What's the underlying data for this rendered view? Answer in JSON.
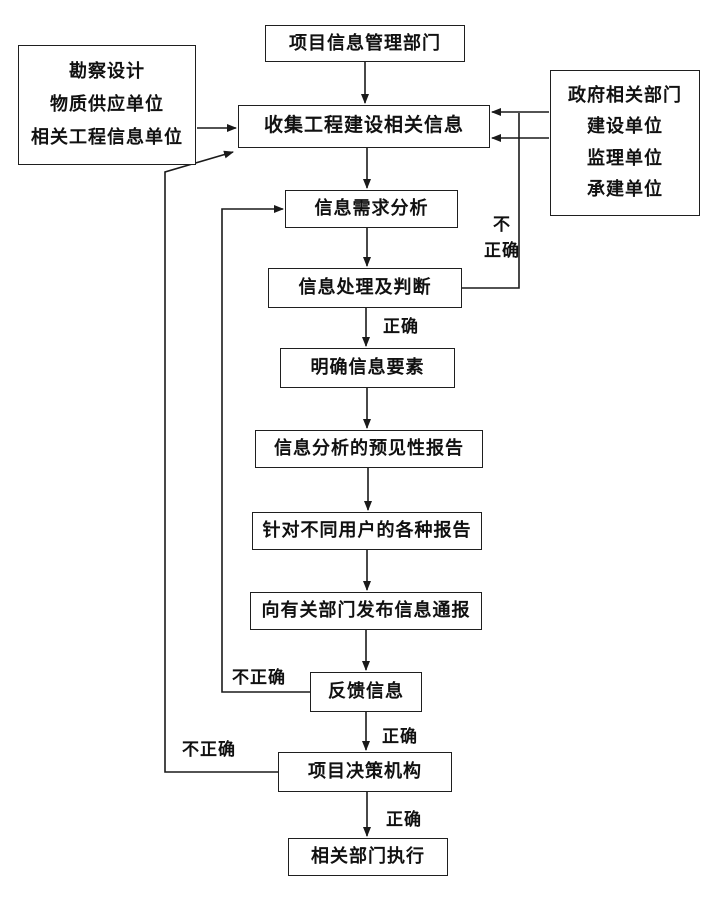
{
  "diagram": {
    "type": "flowchart",
    "language": "zh-CN",
    "nodes": {
      "top_dept": {
        "label": "项目信息管理部门"
      },
      "left_units": {
        "lines": [
          "勘察设计",
          "物质供应单位",
          "相关工程信息单位"
        ]
      },
      "right_units": {
        "lines": [
          "政府相关部门",
          "建设单位",
          "监理单位",
          "承建单位"
        ]
      },
      "collect": {
        "label": "收集工程建设相关信息"
      },
      "demand": {
        "label": "信息需求分析"
      },
      "process": {
        "label": "信息处理及判断"
      },
      "elements": {
        "label": "明确信息要素"
      },
      "foresee_report": {
        "label": "信息分析的预见性报告"
      },
      "user_reports": {
        "label": "针对不同用户的各种报告"
      },
      "publish": {
        "label": "向有关部门发布信息通报"
      },
      "feedback": {
        "label": "反馈信息"
      },
      "decision": {
        "label": "项目决策机构"
      },
      "execute": {
        "label": "相关部门执行"
      }
    },
    "edge_labels": {
      "correct_after_process": "正确",
      "correct_after_feedback": "正确",
      "correct_after_decision": "正确",
      "incorrect_process": "不\n正确",
      "incorrect_feedback": "不正确",
      "incorrect_decision": "不正确"
    },
    "colors": {
      "line": "#1a1a1a",
      "box_border": "#1f1f1f",
      "background": "#ffffff",
      "text": "#111111"
    }
  }
}
